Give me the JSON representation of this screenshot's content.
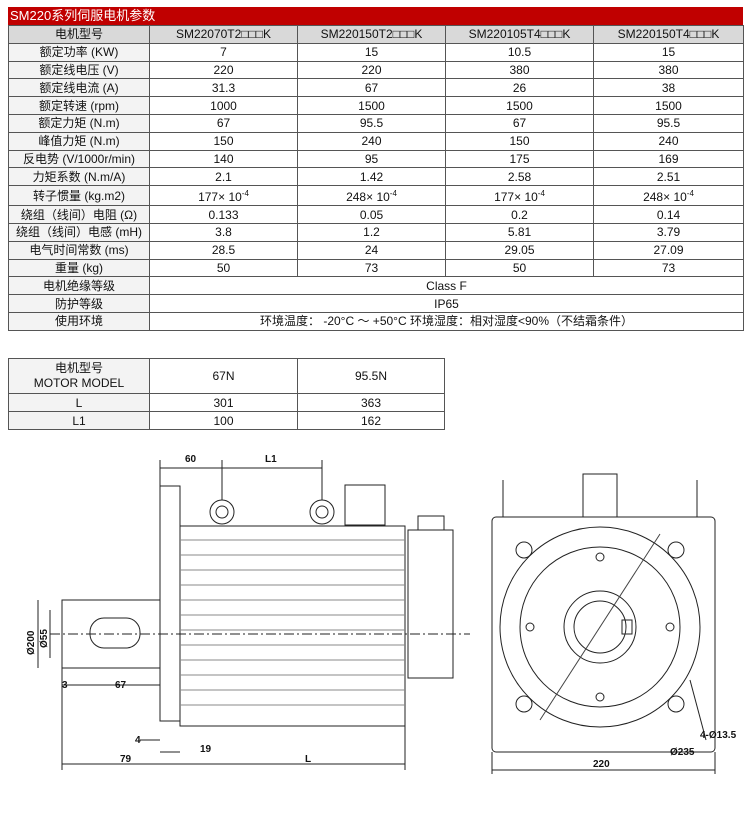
{
  "spec_table": {
    "title": "SM220系列伺服电机参数",
    "header_label": "电机型号",
    "models": [
      "SM22070T2□□□K",
      "SM220150T2□□□K",
      "SM220105T4□□□K",
      "SM220150T4□□□K"
    ],
    "rows": [
      {
        "label": "额定功率 (KW)",
        "values": [
          "7",
          "15",
          "10.5",
          "15"
        ]
      },
      {
        "label": "额定线电压 (V)",
        "values": [
          "220",
          "220",
          "380",
          "380"
        ]
      },
      {
        "label": "额定线电流 (A)",
        "values": [
          "31.3",
          "67",
          "26",
          "38"
        ]
      },
      {
        "label": "额定转速 (rpm)",
        "values": [
          "1000",
          "1500",
          "1500",
          "1500"
        ]
      },
      {
        "label": "额定力矩 (N.m)",
        "values": [
          "67",
          "95.5",
          "67",
          "95.5"
        ]
      },
      {
        "label": "峰值力矩 (N.m)",
        "values": [
          "150",
          "240",
          "150",
          "240"
        ]
      },
      {
        "label": "反电势 (V/1000r/min)",
        "values": [
          "140",
          "95",
          "175",
          "169"
        ]
      },
      {
        "label": "力矩系数 (N.m/A)",
        "values": [
          "2.1",
          "1.42",
          "2.58",
          "2.51"
        ]
      },
      {
        "label": "转子惯量 (kg.m2)",
        "values": [
          "177× 10",
          "248× 10",
          "177× 10",
          "248× 10"
        ],
        "exp": "-4"
      },
      {
        "label": "绕组（线间）电阻 (Ω)",
        "values": [
          "0.133",
          "0.05",
          "0.2",
          "0.14"
        ]
      },
      {
        "label": "绕组（线间）电感 (mH)",
        "values": [
          "3.8",
          "1.2",
          "5.81",
          "3.79"
        ]
      },
      {
        "label": "电气时间常数 (ms)",
        "values": [
          "28.5",
          "24",
          "29.05",
          "27.09"
        ]
      },
      {
        "label": "重量 (kg)",
        "values": [
          "50",
          "73",
          "50",
          "73"
        ]
      }
    ],
    "insulation_label": "电机绝缘等级",
    "insulation_value": "Class F",
    "protection_label": "防护等级",
    "protection_value": "IP65",
    "env_label": "使用环境",
    "env_value": "环境温度： -20°C ～ +50°C 环境湿度：相对湿度<90%（不结霜条件）"
  },
  "dim_table": {
    "header_label_cn": "电机型号",
    "header_label_en": "MOTOR MODEL",
    "cols": [
      "67N",
      "95.5N"
    ],
    "rows": [
      {
        "label": "L",
        "values": [
          "301",
          "363"
        ]
      },
      {
        "label": "L1",
        "values": [
          "100",
          "162"
        ]
      }
    ]
  },
  "drawing": {
    "dim_60": "60",
    "dim_L1": "L1",
    "dim_shaft_200": "Ø200",
    "dim_shaft_55": "Ø55",
    "dim_3": "3",
    "dim_67": "67",
    "dim_4": "4",
    "dim_19": "19",
    "dim_79": "79",
    "dim_L": "L",
    "dim_hole": "4-Ø13.5",
    "dim_pcd": "Ø235",
    "dim_220": "220"
  }
}
